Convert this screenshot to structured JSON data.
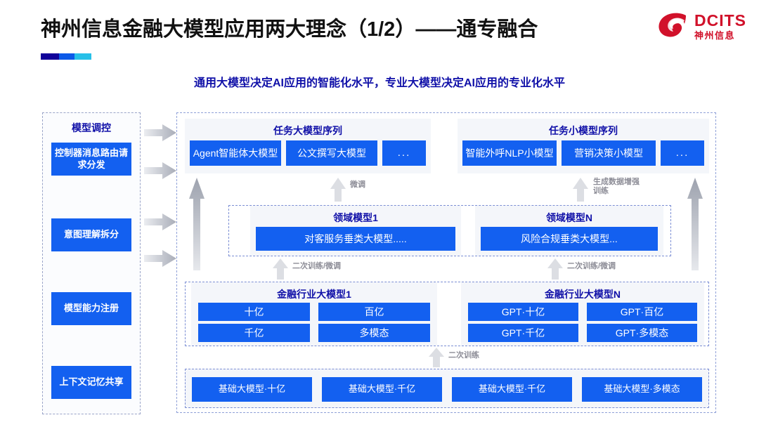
{
  "header": {
    "title": "神州信息金融大模型应用两大理念（1/2）——通专融合",
    "subtitle": "通用大模型决定AI应用的智能化水平，专业大模型决定AI应用的专业化水平",
    "logo": {
      "en": "DCITS",
      "cn": "神州信息",
      "mark": "swirl-icon",
      "color": "#d1112a"
    },
    "accent_colors": [
      "#11029a",
      "#0c5ae8",
      "#27c0e8"
    ]
  },
  "left_panel": {
    "title": "模型调控",
    "items": [
      {
        "label": "控制器消息路由请求分发"
      },
      {
        "label": "意图理解拆分"
      },
      {
        "label": "模型能力注册"
      },
      {
        "label": "上下文记忆共享"
      }
    ]
  },
  "flow_arrows_horizontal": 4,
  "task_sequences": [
    {
      "title": "任务大模型序列",
      "chips": [
        "Agent智能体大模型",
        "公文撰写大模型",
        "..."
      ]
    },
    {
      "title": "任务小模型序列",
      "chips": [
        "智能外呼NLP小模型",
        "营销决策小模型",
        "..."
      ]
    }
  ],
  "domain_models": [
    {
      "title": "领域模型1",
      "item": "对客服务垂类大模型....."
    },
    {
      "title": "领域模型N",
      "item": "风险合规垂类大模型..."
    }
  ],
  "industry_models": [
    {
      "title": "金融行业大模型1",
      "items": [
        "十亿",
        "百亿",
        "千亿",
        "多模态"
      ]
    },
    {
      "title": "金融行业大模型N",
      "items": [
        "GPT·十亿",
        "GPT·百亿",
        "GPT·千亿",
        "GPT·多模态"
      ]
    }
  ],
  "base_models": [
    "基础大模型·十亿",
    "基础大模型·千亿",
    "基础大模型·千亿",
    "基础大模型·多模态"
  ],
  "arrow_labels": {
    "fine_tune": "微调",
    "data_augment": "生成数据增强\n训练",
    "retrain_finetune_left": "二次训练/微调",
    "retrain_finetune_right": "二次训练/微调",
    "retrain": "二次训练"
  },
  "colors": {
    "chip_blue": "#1360f0",
    "heading_blue": "#1010a8",
    "arrow_gray": "#b9bcc4",
    "panel_gray": "#f4f6fa",
    "dash_border": "#7b8ed4"
  }
}
